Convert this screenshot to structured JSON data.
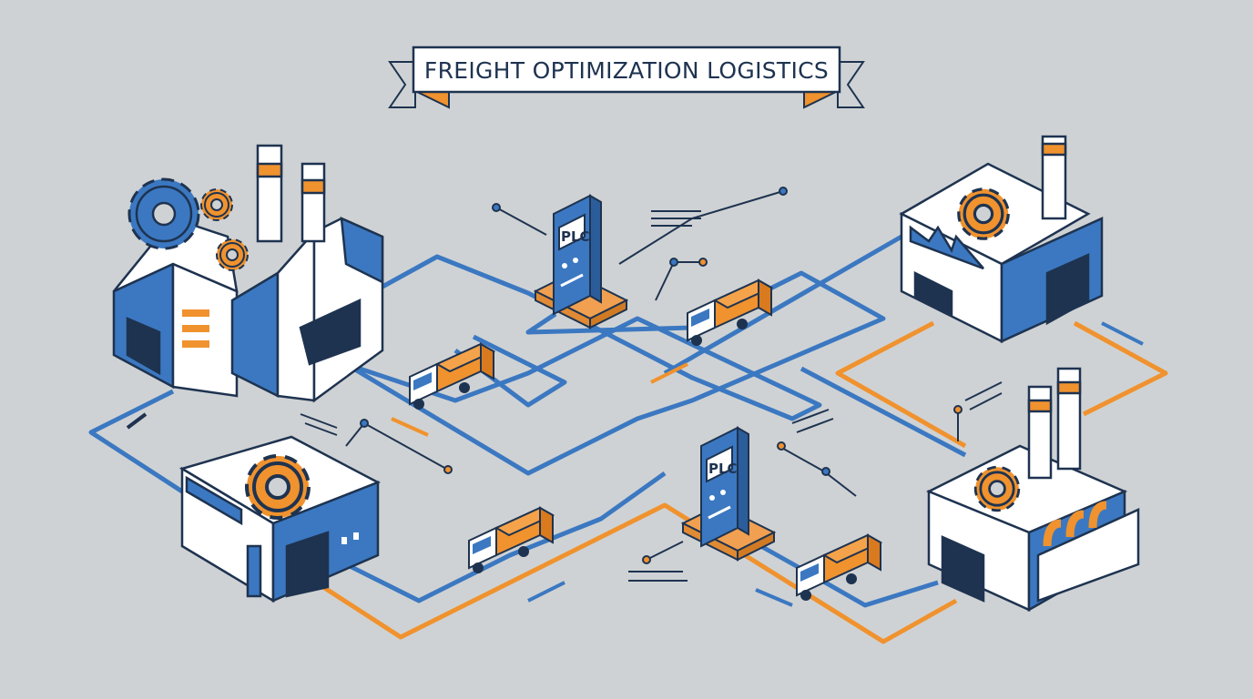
{
  "banner": {
    "title": "FREIGHT OPTIMIZATION LOGISTICS"
  },
  "plc_units": [
    {
      "label": "PLC"
    },
    {
      "label": "PLC"
    }
  ],
  "colors": {
    "background": "#cfd2d4",
    "blue": "#3b78c1",
    "navy": "#1e3350",
    "orange": "#f0922e",
    "white": "#ffffff"
  },
  "icons": [
    "factory-icon",
    "warehouse-icon",
    "gear-icon",
    "truck-icon",
    "plc-controller-icon",
    "arrow-icon"
  ]
}
